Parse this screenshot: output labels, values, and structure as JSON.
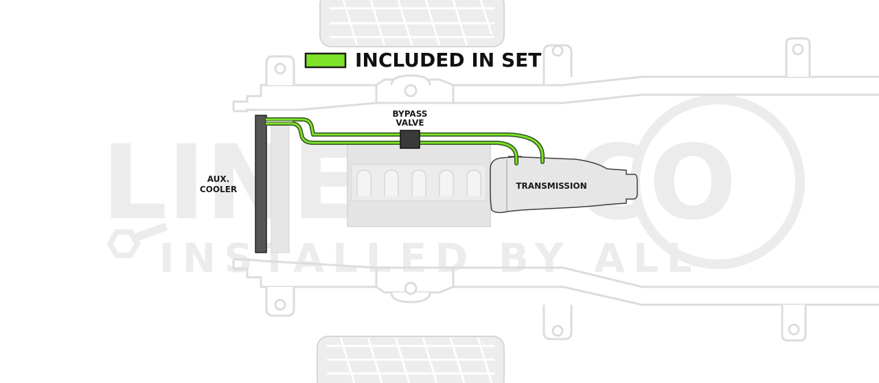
{
  "legend": {
    "label": "INCLUDED IN SET",
    "swatch_color": "#7ee22a"
  },
  "labels": {
    "aux_cooler_line1": "AUX.",
    "aux_cooler_line2": "COOLER",
    "bypass_line1": "BYPASS",
    "bypass_line2": "VALVE",
    "transmission": "TRANSMISSION"
  },
  "watermark": {
    "brand_partial": "LINE",
    "brand_end": "CO",
    "tagline": "INSTALLED BY ALL"
  },
  "colors": {
    "included_line": "#7ee22a",
    "line_outline": "#2f4f1f",
    "aux_cooler": "#555555",
    "bypass_valve": "#3a3a3a",
    "frame": "#dcdcdc"
  }
}
